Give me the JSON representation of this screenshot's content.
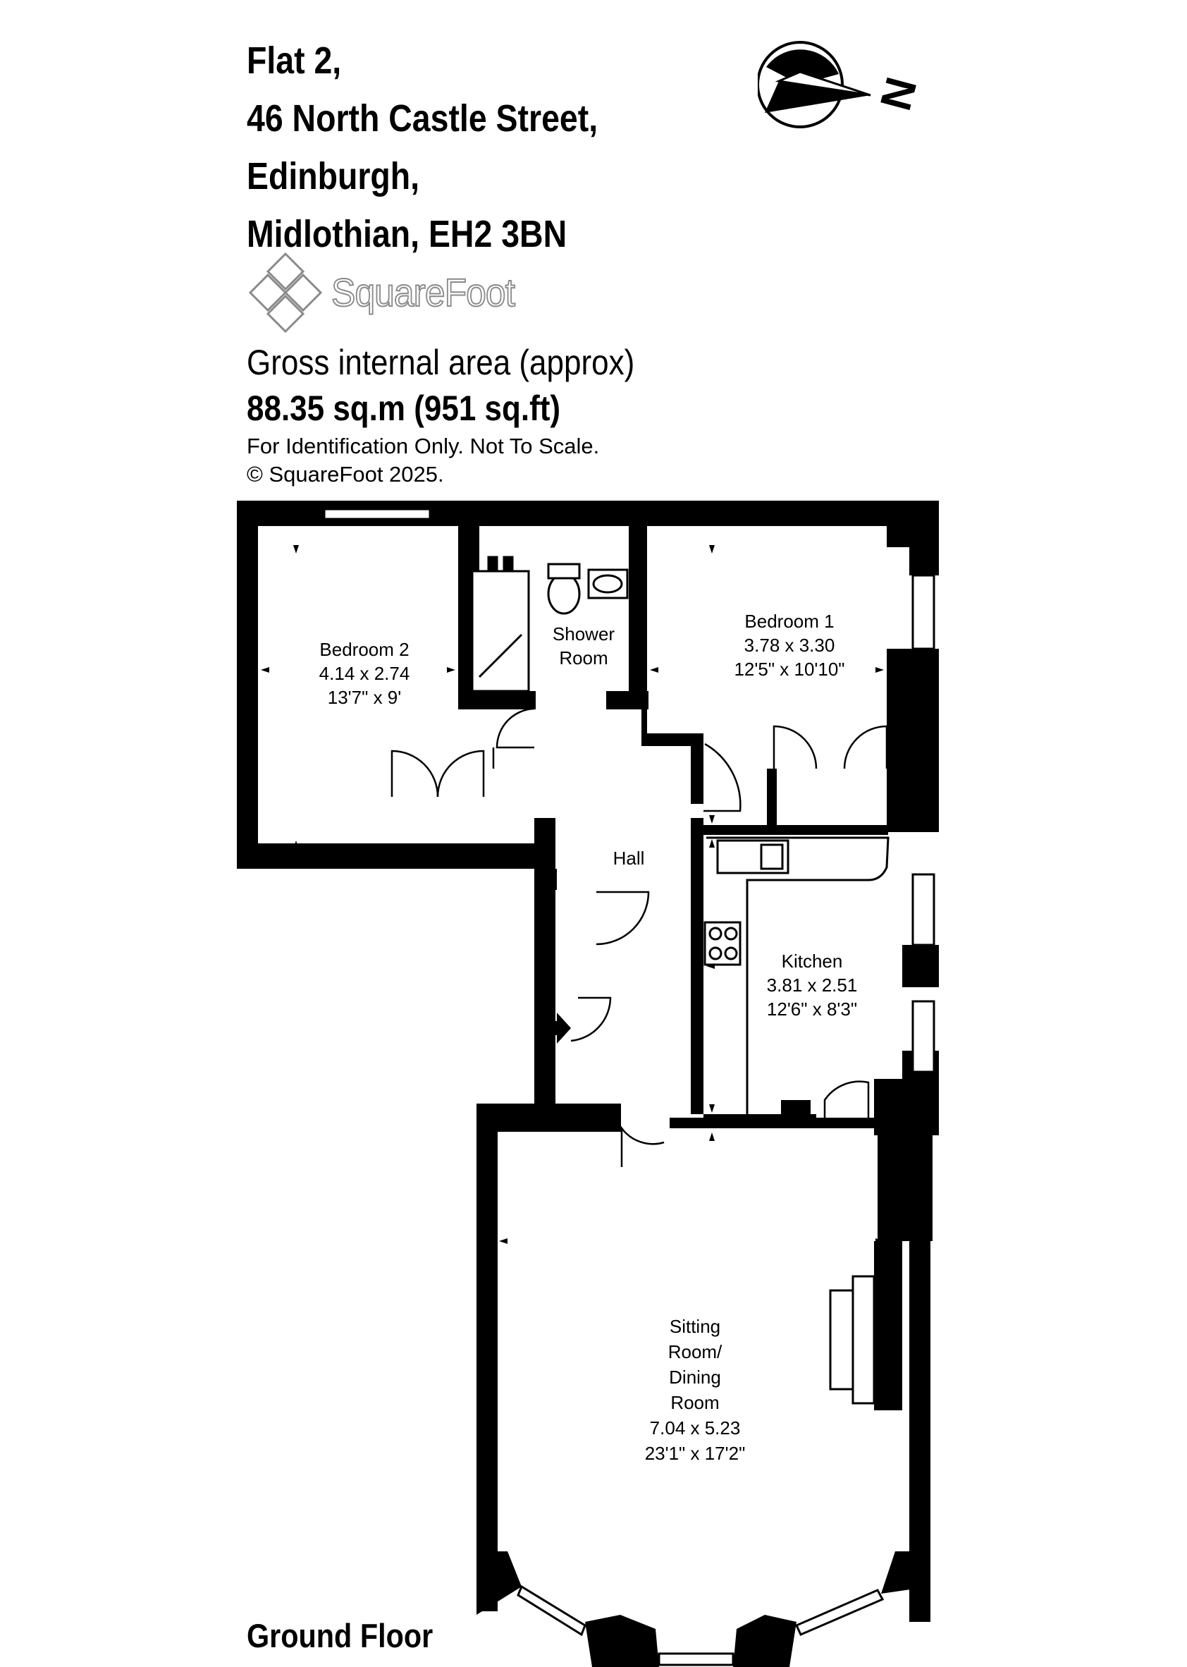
{
  "address_lines": [
    "Flat 2,",
    "46 North Castle Street,",
    "Edinburgh,",
    "Midlothian, EH2 3BN"
  ],
  "brand": "SquareFoot",
  "area": {
    "label": "Gross internal area (approx)",
    "value": "88.35 sq.m (951 sq.ft)"
  },
  "notes": {
    "scale": "For Identification Only. Not To Scale.",
    "copyright": "© SquareFoot 2025."
  },
  "compass": {
    "north_label": "N",
    "icon": "compass-north-icon"
  },
  "floor": "Ground Floor",
  "rooms": {
    "bedroom2": {
      "name": "Bedroom 2",
      "metric": "4.14 x 2.74",
      "imperial": "13'7\" x 9'"
    },
    "shower": {
      "name_line1": "Shower",
      "name_line2": "Room"
    },
    "bedroom1": {
      "name": "Bedroom 1",
      "metric": "3.78 x 3.30",
      "imperial": "12'5\" x 10'10\""
    },
    "hall": {
      "name": "Hall"
    },
    "kitchen": {
      "name": "Kitchen",
      "metric": "3.81 x 2.51",
      "imperial": "12'6\" x 8'3\""
    },
    "sitting": {
      "name_lines": [
        "Sitting",
        "Room/",
        "Dining",
        "Room"
      ],
      "metric": "7.04 x 5.23",
      "imperial": "23'1\" x 17'2\""
    }
  },
  "colors": {
    "wall": "#000000",
    "background": "#ffffff",
    "logo_grey": "#8a8a8a"
  }
}
